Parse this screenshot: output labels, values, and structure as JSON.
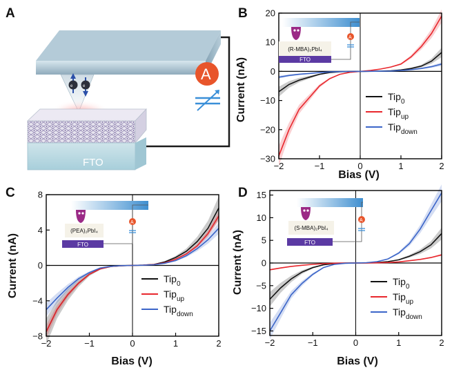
{
  "panels": {
    "A": {
      "letter": "A",
      "ammeter_symbol": "A",
      "substrate_label": "FTO"
    },
    "B": {
      "letter": "B",
      "inset_compound": "(R-MBA)₂PbI₄",
      "inset_substrate": "FTO",
      "inset_ammeter": "A"
    },
    "C": {
      "letter": "C",
      "inset_compound": "(PEA)₂PbI₄",
      "inset_substrate": "FTO",
      "inset_ammeter": "A"
    },
    "D": {
      "letter": "D",
      "inset_compound": "(S-MBA)₂PbI₄",
      "inset_substrate": "FTO",
      "inset_ammeter": "A"
    }
  },
  "legend": [
    {
      "base": "Tip",
      "sub": "0",
      "color": "#111111"
    },
    {
      "base": "Tip",
      "sub": "up",
      "color": "#e8262c"
    },
    {
      "base": "Tip",
      "sub": "down",
      "color": "#3a64c8"
    }
  ],
  "chart_data": [
    {
      "id": "B",
      "type": "line",
      "xlabel": "Bias (V)",
      "ylabel": "Current (nA)",
      "xlim": [
        -2,
        2
      ],
      "ylim": [
        -30,
        20
      ],
      "xticks": [
        -2,
        -1,
        0,
        1,
        2
      ],
      "yticks": [
        -30,
        -20,
        -10,
        0,
        10,
        20
      ],
      "x": [
        -2,
        -1.75,
        -1.5,
        -1.25,
        -1,
        -0.75,
        -0.5,
        -0.25,
        0,
        0.25,
        0.5,
        0.75,
        1,
        1.25,
        1.5,
        1.75,
        2
      ],
      "series": [
        {
          "name": "Tip0",
          "color": "#111111",
          "values": [
            -7,
            -4.5,
            -3,
            -2,
            -1,
            -0.4,
            -0.15,
            -0.05,
            0,
            0.05,
            0.1,
            0.2,
            0.5,
            1,
            1.8,
            3.5,
            6.5
          ]
        },
        {
          "name": "Tipup",
          "color": "#e8262c",
          "values": [
            -29,
            -20,
            -13,
            -9,
            -5,
            -2.5,
            -1,
            -0.3,
            0,
            0.3,
            0.8,
            1.5,
            2.5,
            5,
            8.5,
            13,
            19
          ]
        },
        {
          "name": "Tipdown",
          "color": "#3a64c8",
          "values": [
            -2,
            -1.4,
            -1,
            -0.7,
            -0.4,
            -0.2,
            -0.08,
            -0.02,
            0,
            0.02,
            0.06,
            0.12,
            0.3,
            0.6,
            1,
            1.6,
            2.5
          ]
        }
      ],
      "band_spread": [
        0.25,
        0.12,
        0.25
      ]
    },
    {
      "id": "C",
      "type": "line",
      "xlabel": "Bias (V)",
      "ylabel": "Current (nA)",
      "xlim": [
        -2,
        2
      ],
      "ylim": [
        -8,
        8
      ],
      "xticks": [
        -2,
        -1,
        0,
        1,
        2
      ],
      "yticks": [
        -8,
        -4,
        0,
        4,
        8
      ],
      "x": [
        -2,
        -1.75,
        -1.5,
        -1.25,
        -1,
        -0.75,
        -0.5,
        -0.25,
        0,
        0.25,
        0.5,
        0.75,
        1,
        1.25,
        1.5,
        1.75,
        2
      ],
      "series": [
        {
          "name": "Tip0",
          "color": "#111111",
          "values": [
            -7.5,
            -5,
            -3.3,
            -2,
            -1,
            -0.4,
            -0.12,
            -0.03,
            0,
            0.03,
            0.12,
            0.4,
            0.9,
            1.6,
            2.7,
            4.2,
            6.5
          ]
        },
        {
          "name": "Tipup",
          "color": "#e8262c",
          "values": [
            -7.5,
            -5,
            -3.3,
            -2,
            -1,
            -0.4,
            -0.12,
            -0.03,
            0,
            0.03,
            0.1,
            0.3,
            0.7,
            1.3,
            2.2,
            3.6,
            5.6
          ]
        },
        {
          "name": "Tipdown",
          "color": "#3a64c8",
          "values": [
            -5,
            -3.7,
            -2.5,
            -1.5,
            -0.8,
            -0.3,
            -0.1,
            -0.02,
            0,
            0.02,
            0.08,
            0.25,
            0.55,
            1.1,
            1.9,
            2.9,
            4.2
          ]
        }
      ],
      "band_spread": [
        0.2,
        0.1,
        0.15
      ]
    },
    {
      "id": "D",
      "type": "line",
      "xlabel": "Bias (V)",
      "ylabel": "Current (nA)",
      "xlim": [
        -2,
        2
      ],
      "ylim": [
        -16,
        16
      ],
      "xticks": [
        -2,
        -1,
        0,
        1,
        2
      ],
      "yticks": [
        -15,
        -10,
        -5,
        0,
        5,
        10,
        15
      ],
      "x": [
        -2,
        -1.75,
        -1.5,
        -1.25,
        -1,
        -0.75,
        -0.5,
        -0.25,
        0,
        0.25,
        0.5,
        0.75,
        1,
        1.25,
        1.5,
        1.75,
        2
      ],
      "series": [
        {
          "name": "Tip0",
          "color": "#111111",
          "values": [
            -8,
            -5.5,
            -3.5,
            -2,
            -1,
            -0.4,
            -0.12,
            -0.03,
            0,
            0.03,
            0.1,
            0.3,
            0.7,
            1.5,
            2.5,
            4,
            6.5
          ]
        },
        {
          "name": "Tipup",
          "color": "#e8262c",
          "values": [
            -1.5,
            -1.1,
            -0.75,
            -0.5,
            -0.3,
            -0.15,
            -0.05,
            -0.01,
            0,
            0.01,
            0.04,
            0.1,
            0.25,
            0.5,
            0.8,
            1.2,
            1.8
          ]
        },
        {
          "name": "Tipdown",
          "color": "#3a64c8",
          "values": [
            -15,
            -11,
            -7,
            -4.5,
            -2.5,
            -1,
            -0.3,
            -0.06,
            0,
            0.08,
            0.3,
            0.9,
            2.2,
            4.3,
            7.5,
            11.5,
            15.5
          ]
        }
      ],
      "band_spread": [
        0.2,
        0.12,
        0.12
      ]
    }
  ]
}
